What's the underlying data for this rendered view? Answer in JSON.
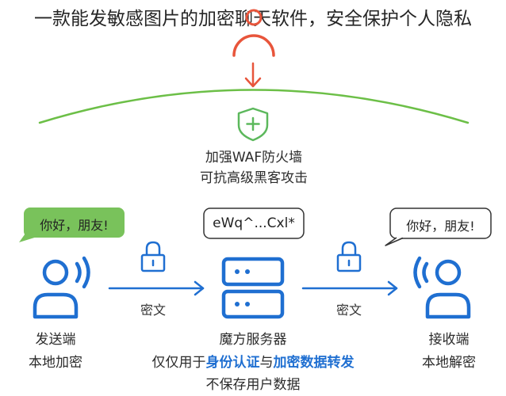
{
  "title": "一款能发敏感图片的加密聊天软件，安全保护个人隐私",
  "waf": {
    "line1": "加强WAF防火墙",
    "line2": "可抗高级黑客攻击"
  },
  "sender": {
    "bubble": "你好，朋友!",
    "label1": "发送端",
    "label2": "本地加密"
  },
  "server": {
    "bubble": "eWq^...Cxl*",
    "label1": "魔方服务器",
    "line2_prefix": "仅仅用于",
    "line2_hl1": "身份认证",
    "line2_mid": "与",
    "line2_hl2": "加密数据转发",
    "line3": "不保存用户数据"
  },
  "receiver": {
    "bubble": "你好，朋友!",
    "label1": "接收端",
    "label2": "本地解密"
  },
  "arrow_left_label": "密文",
  "arrow_right_label": "密文",
  "colors": {
    "accent_blue": "#1f6fd1",
    "green": "#5cb85c",
    "orange_red": "#e8553b",
    "bubble_green": "#79c25b",
    "dark_text": "#262626"
  }
}
